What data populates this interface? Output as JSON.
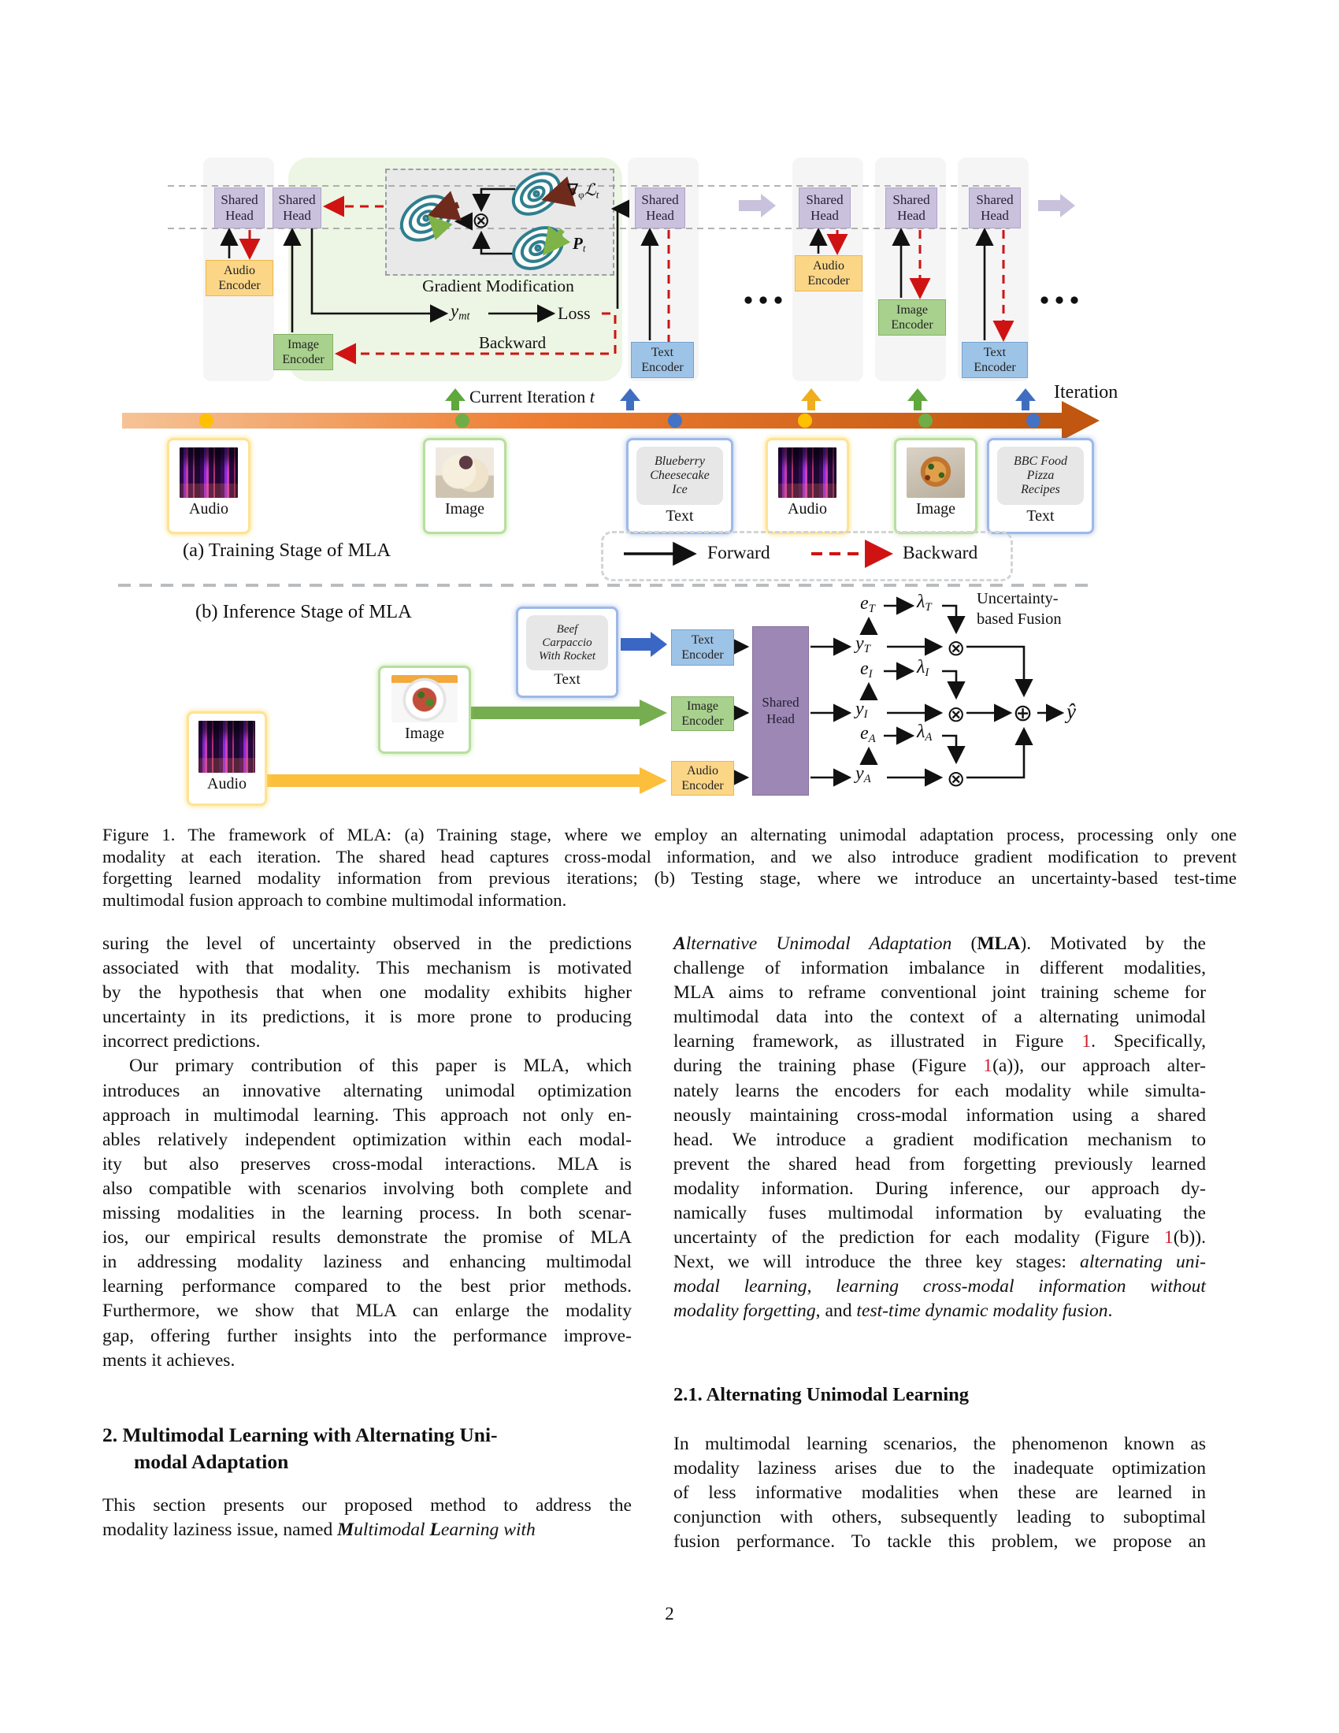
{
  "page": {
    "number": "2"
  },
  "colors": {
    "shared_head": "#cac2dd",
    "inference_head": "#9c87b5",
    "audio_encoder": "#fcd687",
    "image_encoder": "#a9d18e",
    "text_encoder": "#9dc3e6",
    "timeline_orange": "#c0560f",
    "dot_yellow": "#ffc000",
    "dot_green": "#70ad47",
    "dot_blue": "#4472c4",
    "forward_black": "#111111",
    "backward_red": "#cf1312",
    "purple_arrow": "#c9c2dd",
    "figure_ref_red": "#cf1e2f",
    "contour_teal": "#2e7e8e",
    "maroon_arrow": "#6e2b1c",
    "green_arrow": "#7fb347"
  },
  "figure": {
    "labels": {
      "shared_head": "Shared Head",
      "audio_encoder": "Audio Encoder",
      "image_encoder": "Image Encoder",
      "text_encoder": "Text Encoder",
      "gradient_modification": "Gradient Modification",
      "loss": "Loss",
      "backward": "Backward",
      "forward": "Forward",
      "iteration": "Iteration",
      "training_stage": "(a) Training Stage of MLA",
      "inference_stage": "(b) Inference Stage of MLA",
      "audio": "Audio",
      "image": "Image",
      "text": "Text"
    },
    "math": {
      "current_iteration": [
        {
          "t": "Current Iteration "
        },
        {
          "t": "t",
          "s": "i"
        }
      ],
      "grad_label": [
        {
          "t": "∇"
        },
        {
          "t": "φ",
          "s": "sub"
        },
        {
          "t": "ℒ",
          "s": "i"
        },
        {
          "t": "t",
          "s": "sub i"
        }
      ],
      "p_label": [
        {
          "t": "P",
          "s": "bi"
        },
        {
          "t": "t",
          "s": "sub i"
        }
      ],
      "y_m": [
        {
          "t": "y",
          "s": "i"
        },
        {
          "t": "m",
          "s": "sub i"
        },
        {
          "t": "t",
          "s": "sub i"
        }
      ]
    },
    "text_cards": {
      "card1": [
        "Blueberry",
        "Cheesecake",
        "Ice"
      ],
      "card2": [
        "BBC Food",
        "Pizza",
        "Recipes"
      ],
      "card3": [
        "Beef",
        "Carpaccio",
        "With Rocket"
      ]
    },
    "inference": {
      "fusion_label": "Uncertainty-based Fusion",
      "sym_y": "y",
      "sym_e": "e",
      "sym_lambda": "λ",
      "sub_T": "T",
      "sub_I": "I",
      "sub_A": "A",
      "otimes": "⊗",
      "oplus": "⊕",
      "yhat": "ŷ"
    }
  },
  "caption": {
    "lines": [
      {
        "seg": [
          {
            "t": "Figure 1. The framework of MLA: (a) Training stage, where we employ an alternating unimodal adaptation process, processing only one"
          }
        ]
      },
      {
        "seg": [
          {
            "t": "modality at each iteration. The shared head captures cross-modal information, and we also introduce gradient modification to prevent"
          }
        ]
      },
      {
        "seg": [
          {
            "t": "forgetting learned modality information from previous iterations; (b) Testing stage, where we introduce an uncertainty-based test-time"
          }
        ]
      },
      {
        "seg": [
          {
            "t": "multimodal fusion approach to combine multimodal information."
          }
        ],
        "nj": true
      }
    ]
  },
  "left_column": {
    "para1": [
      {
        "seg": [
          {
            "t": "suring the level of uncertainty observed in the predictions"
          }
        ]
      },
      {
        "seg": [
          {
            "t": "associated with that modality. This mechanism is motivated"
          }
        ]
      },
      {
        "seg": [
          {
            "t": "by the hypothesis that when one modality exhibits higher"
          }
        ]
      },
      {
        "seg": [
          {
            "t": "uncertainty in its predictions, it is more prone to producing"
          }
        ]
      },
      {
        "seg": [
          {
            "t": "incorrect predictions."
          }
        ],
        "nj": true
      },
      {
        "seg": [
          {
            "t": "Our primary contribution of this paper is MLA, which"
          }
        ],
        "ind": 34
      },
      {
        "seg": [
          {
            "t": "introduces an innovative alternating unimodal optimization"
          }
        ]
      },
      {
        "seg": [
          {
            "t": "approach in multimodal learning. This approach not only en-"
          }
        ]
      },
      {
        "seg": [
          {
            "t": "ables relatively independent optimization within each modal-"
          }
        ]
      },
      {
        "seg": [
          {
            "t": "ity but also preserves cross-modal interactions. MLA is"
          }
        ]
      },
      {
        "seg": [
          {
            "t": "also compatible with scenarios involving both complete and"
          }
        ]
      },
      {
        "seg": [
          {
            "t": "missing modalities in the learning process. In both scenar-"
          }
        ]
      },
      {
        "seg": [
          {
            "t": "ios, our empirical results demonstrate the promise of MLA"
          }
        ]
      },
      {
        "seg": [
          {
            "t": "in addressing modality laziness and enhancing multimodal"
          }
        ]
      },
      {
        "seg": [
          {
            "t": "learning performance compared to the best prior methods."
          }
        ]
      },
      {
        "seg": [
          {
            "t": "Furthermore, we show that MLA can enlarge the modality"
          }
        ]
      },
      {
        "seg": [
          {
            "t": "gap, offering further insights into the performance improve-"
          }
        ]
      },
      {
        "seg": [
          {
            "t": "ments it achieves."
          }
        ],
        "nj": true
      }
    ],
    "section2_heading": [
      {
        "seg": [
          {
            "t": "2. Multimodal Learning with Alternating Uni-"
          }
        ],
        "nj": true
      },
      {
        "seg": [
          {
            "t": "modal Adaptation"
          }
        ],
        "nj": true,
        "ind": 40
      }
    ],
    "para2": [
      {
        "seg": [
          {
            "t": "This section presents our proposed method to address the"
          }
        ]
      },
      {
        "seg": [
          {
            "t": "modality laziness issue, named "
          },
          {
            "t": "M",
            "s": "bi"
          },
          {
            "t": "ultimodal ",
            "s": "i"
          },
          {
            "t": "L",
            "s": "bi"
          },
          {
            "t": "earning with",
            "s": "i"
          }
        ],
        "nj": true
      }
    ]
  },
  "right_column": {
    "para1": [
      {
        "seg": [
          {
            "t": "A",
            "s": "bi"
          },
          {
            "t": "lternative Unimodal Adaptation",
            "s": "i"
          },
          {
            "t": " ("
          },
          {
            "t": "MLA",
            "s": "b"
          },
          {
            "t": "). Motivated by the"
          }
        ]
      },
      {
        "seg": [
          {
            "t": "challenge of information imbalance in different modalities,"
          }
        ]
      },
      {
        "seg": [
          {
            "t": "MLA aims to reframe conventional joint training scheme for"
          }
        ]
      },
      {
        "seg": [
          {
            "t": "multimodal data into the context of a alternating unimodal"
          }
        ]
      },
      {
        "seg": [
          {
            "t": "learning framework, as illustrated in Figure "
          },
          {
            "t": "1",
            "s": "r"
          },
          {
            "t": ". Specifically,"
          }
        ]
      },
      {
        "seg": [
          {
            "t": "during the training phase (Figure "
          },
          {
            "t": "1",
            "s": "r"
          },
          {
            "t": "(a)), our approach alter-"
          }
        ]
      },
      {
        "seg": [
          {
            "t": "nately learns the encoders for each modality while simulta-"
          }
        ]
      },
      {
        "seg": [
          {
            "t": "neously maintaining cross-modal information using a shared"
          }
        ]
      },
      {
        "seg": [
          {
            "t": "head. We introduce a gradient modification mechanism to"
          }
        ]
      },
      {
        "seg": [
          {
            "t": "prevent the shared head from forgetting previously learned"
          }
        ]
      },
      {
        "seg": [
          {
            "t": "modality information. During inference, our approach dy-"
          }
        ]
      },
      {
        "seg": [
          {
            "t": "namically fuses multimodal information by evaluating the"
          }
        ]
      },
      {
        "seg": [
          {
            "t": "uncertainty of the prediction for each modality (Figure "
          },
          {
            "t": "1",
            "s": "r"
          },
          {
            "t": "(b))."
          }
        ]
      },
      {
        "seg": [
          {
            "t": "Next, we will introduce the three key stages: "
          },
          {
            "t": "alternating uni-",
            "s": "i"
          }
        ]
      },
      {
        "seg": [
          {
            "t": "modal learning",
            "s": "i"
          },
          {
            "t": ", "
          },
          {
            "t": "learning cross-modal information without",
            "s": "i"
          }
        ]
      },
      {
        "seg": [
          {
            "t": "modality forgetting",
            "s": "i"
          },
          {
            "t": ", and "
          },
          {
            "t": "test-time dynamic modality fusion",
            "s": "i"
          },
          {
            "t": "."
          }
        ],
        "nj": true
      }
    ],
    "section21_heading": "2.1. Alternating Unimodal Learning",
    "para2": [
      {
        "seg": [
          {
            "t": "In multimodal learning scenarios, the phenomenon known as"
          }
        ]
      },
      {
        "seg": [
          {
            "t": "modality laziness arises due to the inadequate optimization"
          }
        ]
      },
      {
        "seg": [
          {
            "t": "of less informative modalities when these are learned in"
          }
        ]
      },
      {
        "seg": [
          {
            "t": "conjunction with others, subsequently leading to suboptimal"
          }
        ]
      },
      {
        "seg": [
          {
            "t": "fusion performance. To tackle this problem, we propose an"
          }
        ]
      }
    ]
  }
}
